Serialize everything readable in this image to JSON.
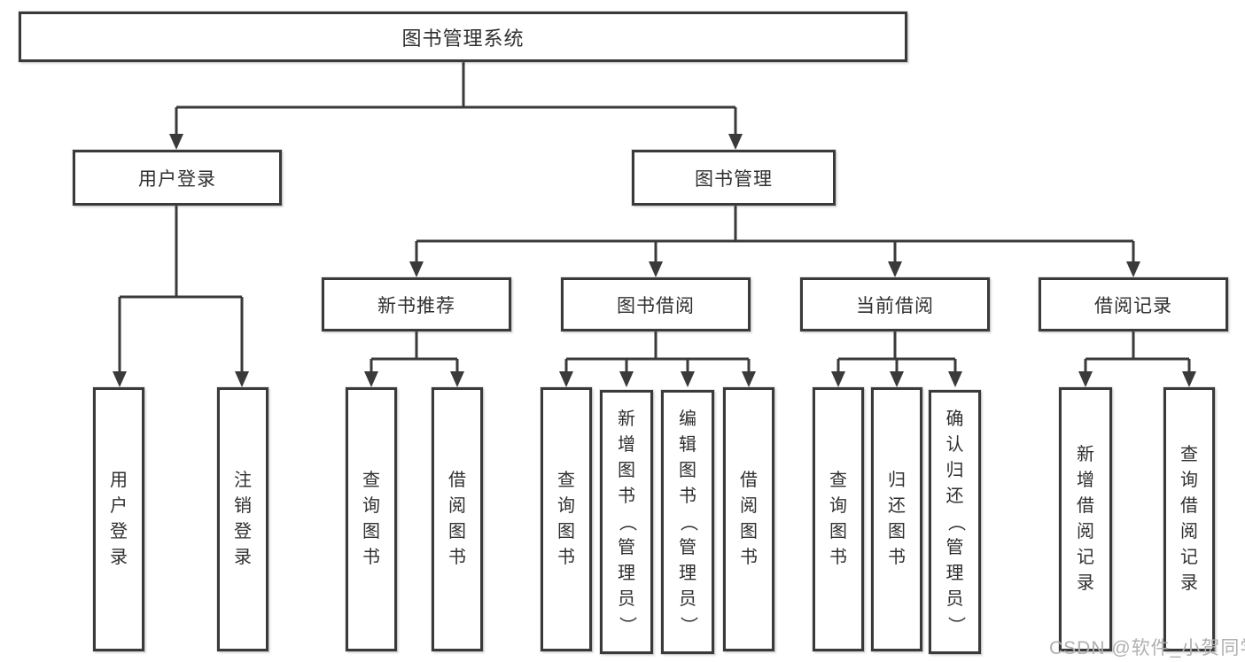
{
  "root": {
    "label": "图书管理系统"
  },
  "level2": [
    {
      "label": "用户登录"
    },
    {
      "label": "图书管理"
    }
  ],
  "level3": [
    {
      "label": "新书推荐"
    },
    {
      "label": "图书借阅"
    },
    {
      "label": "当前借阅"
    },
    {
      "label": "借阅记录"
    }
  ],
  "leaves": [
    {
      "label": "用户登录"
    },
    {
      "label": "注销登录"
    },
    {
      "label": "查询图书"
    },
    {
      "label": "借阅图书"
    },
    {
      "label": "查询图书"
    },
    {
      "label": "新增图书（管理员）"
    },
    {
      "label": "编辑图书（管理员）"
    },
    {
      "label": "借阅图书"
    },
    {
      "label": "查询图书"
    },
    {
      "label": "归还图书"
    },
    {
      "label": "确认归还（管理员）"
    },
    {
      "label": "新增借阅记录"
    },
    {
      "label": "查询借阅记录"
    }
  ],
  "watermark": {
    "label": "CSDN @软件_小贺同学"
  },
  "colors": {
    "line": "#3a3a3a",
    "text": "#2f2f2f",
    "watermark": "#b0b0b0",
    "background": "#ffffff"
  }
}
